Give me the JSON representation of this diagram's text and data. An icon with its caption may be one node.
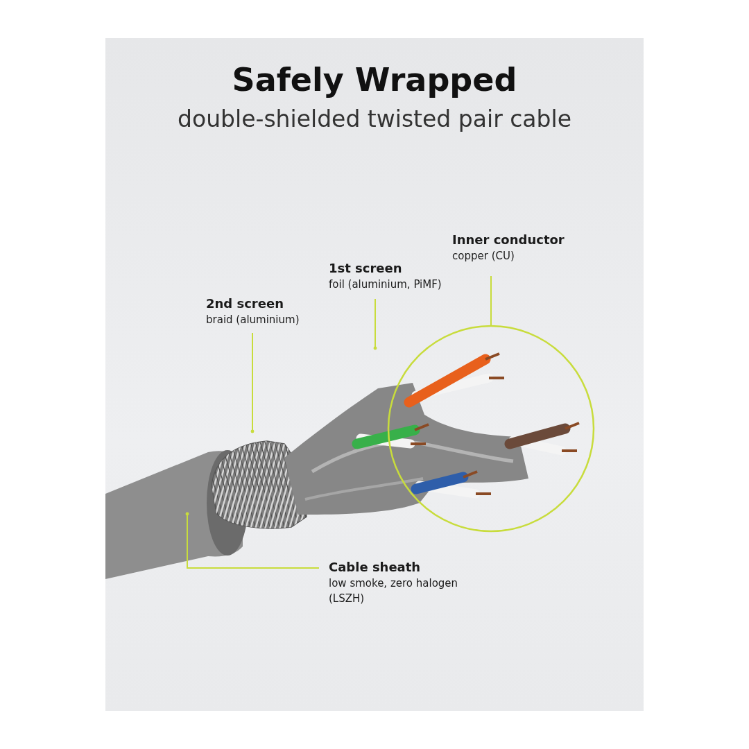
{
  "diagram": {
    "title": "Safely Wrapped",
    "caption": "double-shielded twisted pair cable",
    "nodes": [
      {
        "text": [
          "2nd screen",
          "braid (aluminium)"
        ]
      },
      {
        "text": [],
        "shape": "picture"
      },
      {
        "text": [
          "1st screen",
          "foil (aluminium, PiMF)"
        ]
      },
      {
        "text": [],
        "shape": "picture"
      },
      {
        "text": [
          "Inner conductor",
          "copper (CU)"
        ]
      },
      {
        "text": [],
        "shape": "circle"
      },
      {
        "text": [
          "Cable sheath",
          "low smoke, zero halogen (LSZH)"
        ]
      },
      {
        "text": [],
        "shape": "picture"
      }
    ],
    "edges": [
      {
        "from": 0,
        "to": 1,
        "arrow": "other"
      },
      {
        "from": 2,
        "to": 3,
        "arrow": "other"
      },
      {
        "from": 4,
        "to": 5,
        "arrow": "none"
      },
      {
        "from": 6,
        "to": 7,
        "arrow": "other"
      }
    ]
  }
}
